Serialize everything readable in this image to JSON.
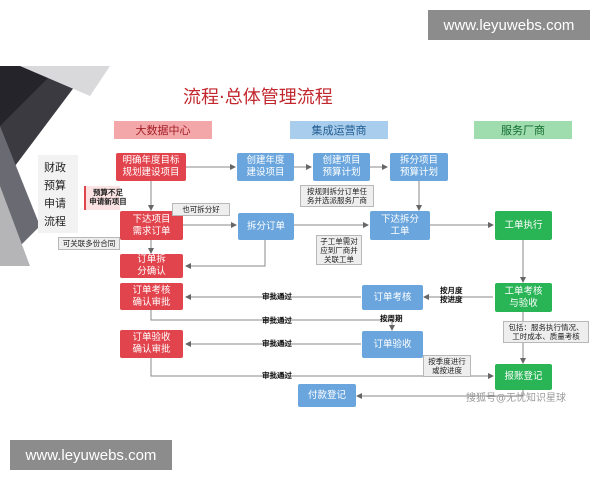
{
  "watermarks": {
    "top": "www.leyuwebs.com",
    "bottom": "www.leyuwebs.com",
    "sohu": "搜狐号@无忧知识星球"
  },
  "title": "流程·总体管理流程",
  "side_menu": [
    "财政",
    "预算",
    "申请",
    "流程"
  ],
  "headers": {
    "red": "大数据中心",
    "blue": "集成运营商",
    "green": "服务厂商"
  },
  "nodes": {
    "n1": "明确年度目标\n规划建设项目",
    "n2": "创建年度\n建设项目",
    "n3": "创建项目\n预算计划",
    "n4": "拆分项目\n预算计划",
    "n5": "下达项目\n需求订单",
    "n6": "拆分订单",
    "n7": "下达拆分\n工单",
    "n8": "工单执行",
    "n9": "订单拆\n分确认",
    "n10": "订单考核\n确认审批",
    "n11": "订单考核",
    "n12": "工单考核\n与验收",
    "n13": "订单验收\n确认审批",
    "n14": "订单验收",
    "n15": "报账登记",
    "n16": "付款登记"
  },
  "annotations": {
    "a1": "预算不足\n申请新项目",
    "a2": "也可拆分好",
    "a3": "按规则拆分订单任\n务并选派服务厂商",
    "a4": "可关联多份合同",
    "a5": "子工单需对\n应到厂商并\n关联工单",
    "a6": "包括：服务执行情况、\n工时成本、质量考核",
    "a7": "按季度进行\n或按进度"
  },
  "labels": {
    "l1": "审批通过",
    "l2": "按月度\n按进度",
    "l3": "审批通过",
    "l4": "按周期",
    "l5": "审批通过",
    "l6": "审批通过"
  },
  "colors": {
    "red": "#e2444d",
    "blue": "#6aa6dd",
    "green": "#29b456"
  }
}
